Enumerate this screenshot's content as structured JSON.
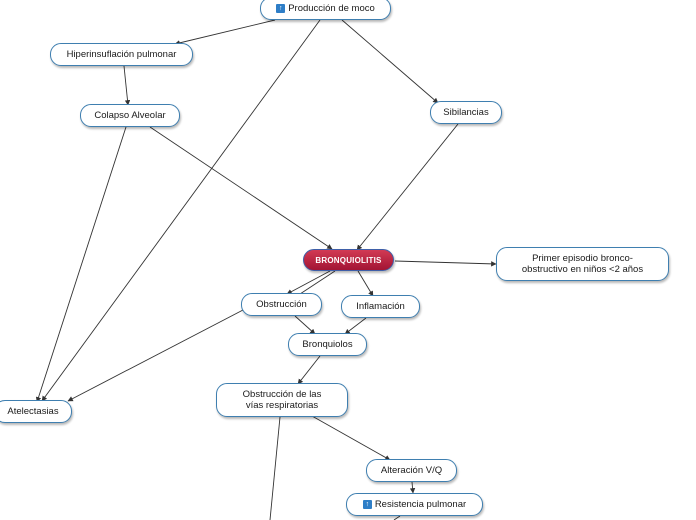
{
  "nodes": {
    "produccion_moco": {
      "label": "Producción de moco",
      "icon": "up-arrow-icon"
    },
    "hiperinsuflacion": {
      "label": "Hiperinsuflación pulmonar"
    },
    "colapso_alveolar": {
      "label": "Colapso Alveolar"
    },
    "sibilancias": {
      "label": "Sibilancias"
    },
    "bronquiolitis": {
      "label": "BRONQUIOLITIS"
    },
    "primer_episodio": {
      "label": "Primer episodio bronco-obstructivo en niños <2 años"
    },
    "obstruccion": {
      "label": "Obstrucción"
    },
    "inflamacion": {
      "label": "Inflamación"
    },
    "bronquiolos": {
      "label": "Bronquiolos"
    },
    "atelectasias": {
      "label": "Atelectasias"
    },
    "obstruccion_vias": {
      "label": "Obstrucción de las vías respiratorias"
    },
    "alteracion_vq": {
      "label": "Alteración V/Q"
    },
    "resistencia_pulmonar": {
      "label": "Resistencia pulmonar",
      "icon": "up-arrow-icon"
    }
  },
  "colors": {
    "node_border": "#3f7fb0",
    "central_fill": "#b5203e",
    "edge": "#333333",
    "icon_fill": "#2e7ec7"
  }
}
